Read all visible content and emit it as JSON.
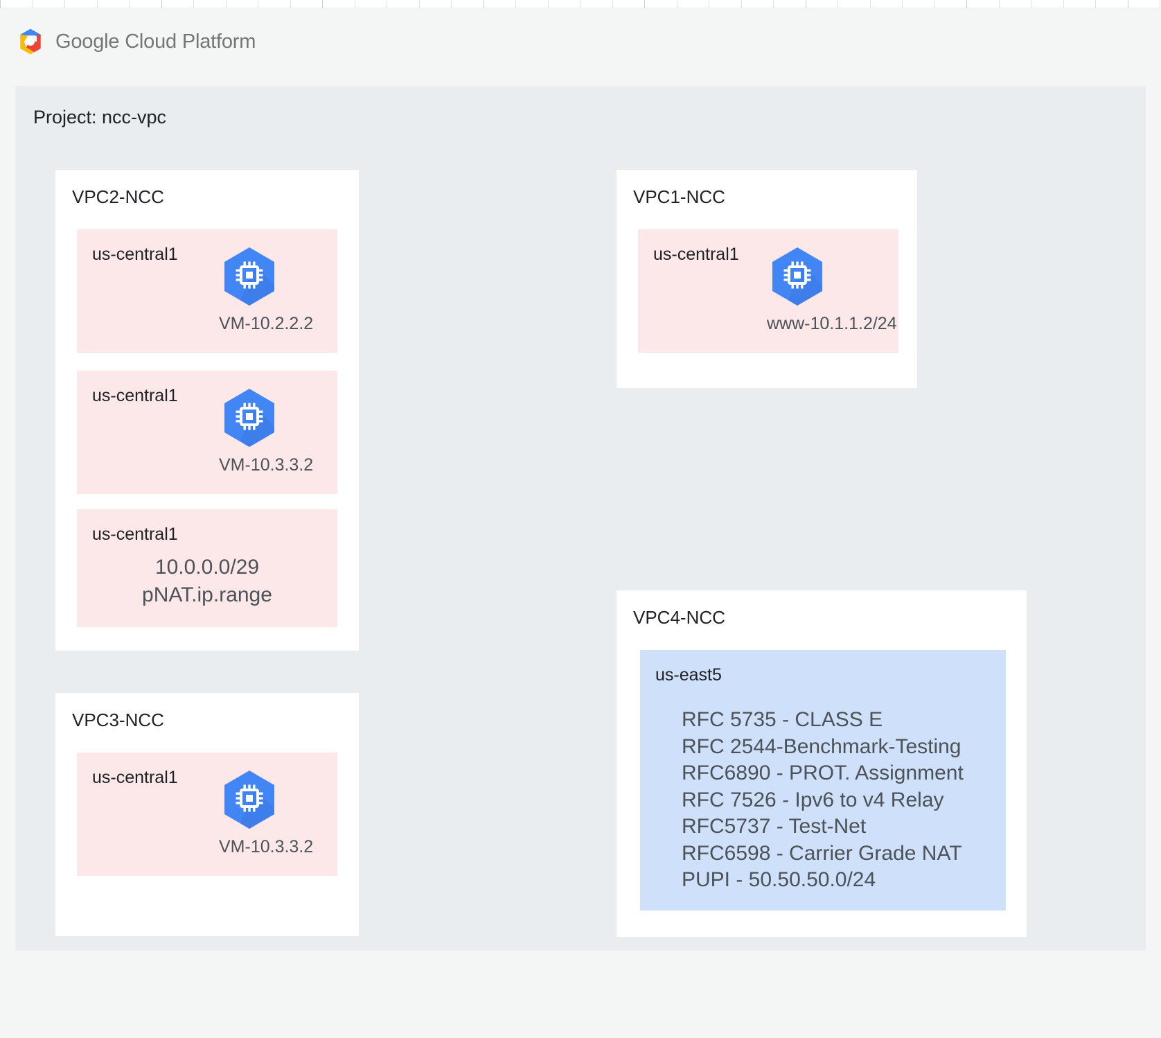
{
  "header": {
    "logo_icon": "google-cloud-platform-logo",
    "wordmark_part1": "Google",
    "wordmark_part2": "Cloud Platform"
  },
  "project": {
    "label": "Project: ncc-vpc"
  },
  "colors": {
    "page_background": "#f4f5f5",
    "project_background": "#e9edef",
    "vpc_card_background": "#ffffff",
    "subnet_pink": "#fce8e9",
    "subnet_blue": "#cfe1fa",
    "vm_icon_blue": "#4285f4",
    "vm_icon_blue_dark": "#3f7ee8",
    "title_text": "#202124",
    "caption_text": "#4c5257"
  },
  "vpcs": [
    {
      "id": "vpc2",
      "title": "VPC2-NCC",
      "subnets": [
        {
          "region": "us-central1",
          "kind": "vm",
          "icon": "compute-vm-icon",
          "caption": "VM-10.2.2.2"
        },
        {
          "region": "us-central1",
          "kind": "vm",
          "icon": "compute-vm-icon",
          "caption": "VM-10.3.3.2"
        },
        {
          "region": "us-central1",
          "kind": "range",
          "range_cidr": "10.0.0.0/29",
          "range_name": "pNAT.ip.range"
        }
      ]
    },
    {
      "id": "vpc1",
      "title": "VPC1-NCC",
      "subnets": [
        {
          "region": "us-central1",
          "kind": "vm",
          "icon": "compute-vm-icon",
          "caption": "www-10.1.1.2/24"
        }
      ]
    },
    {
      "id": "vpc3",
      "title": "VPC3-NCC",
      "subnets": [
        {
          "region": "us-central1",
          "kind": "vm",
          "icon": "compute-vm-icon",
          "caption": "VM-10.3.3.2"
        }
      ]
    },
    {
      "id": "vpc4",
      "title": "VPC4-NCC",
      "subnets": [
        {
          "region": "us-east5",
          "kind": "rfc-list",
          "rfc_lines": [
            "RFC 5735 - CLASS E",
            "RFC 2544-Benchmark-Testing",
            "RFC6890 - PROT. Assignment",
            "RFC 7526 - Ipv6 to v4 Relay",
            "RFC5737 - Test-Net",
            "RFC6598 - Carrier Grade NAT",
            "PUPI - 50.50.50.0/24"
          ]
        }
      ]
    }
  ]
}
